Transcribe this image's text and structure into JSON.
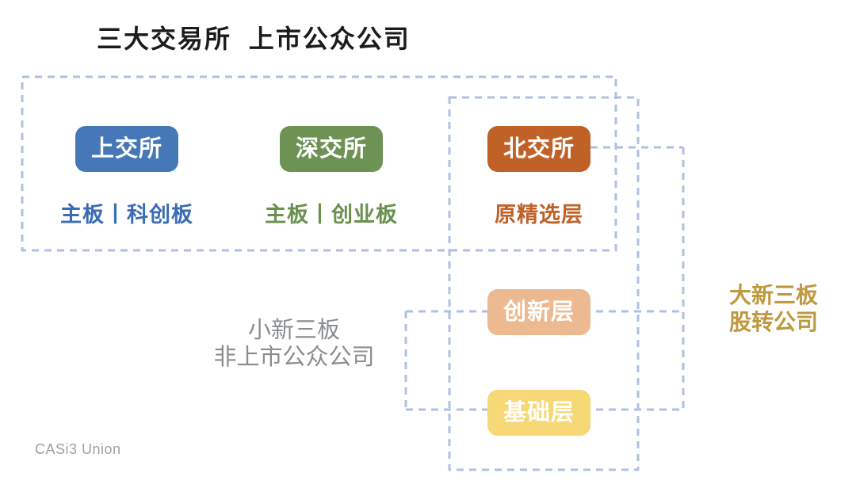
{
  "title": "三大交易所  上市公众公司",
  "watermark": "CASi3 Union",
  "exchanges": [
    {
      "id": "sse",
      "label": "上交所",
      "sublabel": "主板丨科创板",
      "box_color": "#4678B8",
      "sublabel_color": "#3A6CB5"
    },
    {
      "id": "szse",
      "label": "深交所",
      "sublabel": "主板丨创业板",
      "box_color": "#6E9254",
      "sublabel_color": "#68904E"
    },
    {
      "id": "bse",
      "label": "北交所",
      "sublabel": "原精选层",
      "box_color": "#C06127",
      "sublabel_color": "#C06127"
    }
  ],
  "neeq_tiers": [
    {
      "id": "innovation",
      "label": "创新层",
      "box_color": "#ECB990"
    },
    {
      "id": "base",
      "label": "基础层",
      "box_color": "#F7D877"
    }
  ],
  "annotations": {
    "small_neeq": {
      "line1": "小新三板",
      "line2": "非上市公众公司",
      "color": "#8A8D90"
    },
    "big_neeq": {
      "line1": "大新三板",
      "line2": "股转公司",
      "color": "#BE993F"
    }
  },
  "style": {
    "dashed_line_color": "#AFC1E1",
    "title_color": "#1c1c1c",
    "card_text_color": "#ffffff",
    "watermark_color": "#9DA0A3",
    "background_color": "#ffffff"
  }
}
